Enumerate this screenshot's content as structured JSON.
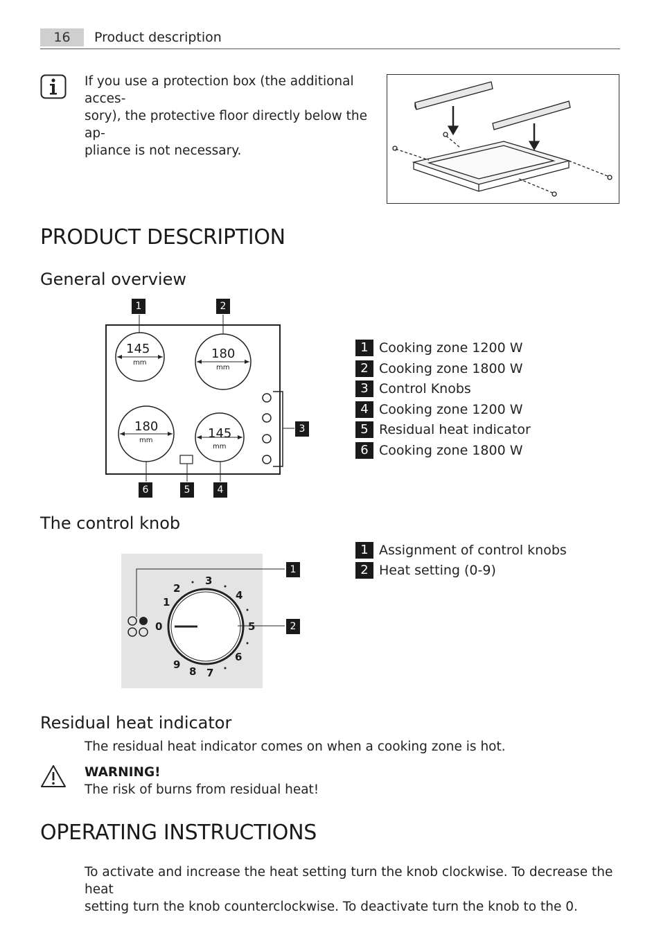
{
  "header": {
    "page_number": "16",
    "section": "Product description"
  },
  "info_note": {
    "icon": "info-icon",
    "lines": [
      "If you use a protection box (the additional acces-",
      "sory), the protective floor directly below the ap-",
      "pliance is not necessary."
    ]
  },
  "product_description": {
    "title": "PRODUCT DESCRIPTION",
    "general_overview": {
      "title": "General overview",
      "zones": [
        {
          "size": "145",
          "unit": "mm"
        },
        {
          "size": "180",
          "unit": "mm"
        },
        {
          "size": "180",
          "unit": "mm"
        },
        {
          "size": "145",
          "unit": "mm"
        }
      ],
      "callouts": [
        "1",
        "2",
        "3",
        "6",
        "5",
        "4"
      ],
      "legend": [
        {
          "num": "1",
          "label": "Cooking zone 1200 W"
        },
        {
          "num": "2",
          "label": "Cooking zone 1800 W"
        },
        {
          "num": "3",
          "label": "Control Knobs"
        },
        {
          "num": "4",
          "label": "Cooking zone 1200 W"
        },
        {
          "num": "5",
          "label": "Residual heat indicator"
        },
        {
          "num": "6",
          "label": "Cooking zone 1800 W"
        }
      ]
    },
    "control_knob": {
      "title": "The control knob",
      "dial_numbers": [
        "0",
        "1",
        "2",
        "3",
        "4",
        "5",
        "6",
        "7",
        "8",
        "9"
      ],
      "callouts": [
        "1",
        "2"
      ],
      "legend": [
        {
          "num": "1",
          "label": "Assignment of control knobs"
        },
        {
          "num": "2",
          "label": "Heat setting (0-9)"
        }
      ]
    },
    "residual_heat": {
      "title": "Residual heat indicator",
      "text": "The residual heat indicator comes on when a cooking zone is hot.",
      "warning": {
        "icon": "warning-icon",
        "title": "WARNING!",
        "text": "The risk of burns from residual heat!"
      }
    }
  },
  "operating_instructions": {
    "title": "OPERATING INSTRUCTIONS",
    "lines": [
      "To activate and increase the heat setting turn the knob clockwise. To decrease the heat",
      "setting turn the knob counterclockwise. To deactivate turn the knob to the 0."
    ]
  }
}
